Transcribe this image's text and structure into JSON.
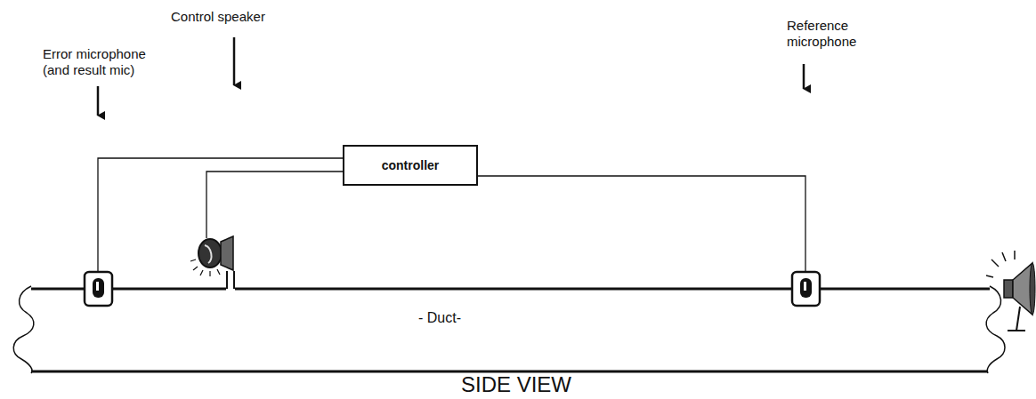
{
  "diagram": {
    "caption": "SIDE VIEW",
    "nodes": [
      {
        "text": [
          "controller"
        ]
      },
      {
        "text": [
          "- Duct-"
        ]
      }
    ],
    "labels": [
      "Control speaker",
      "Error microphone (and result mic)",
      "Reference microphone"
    ]
  }
}
